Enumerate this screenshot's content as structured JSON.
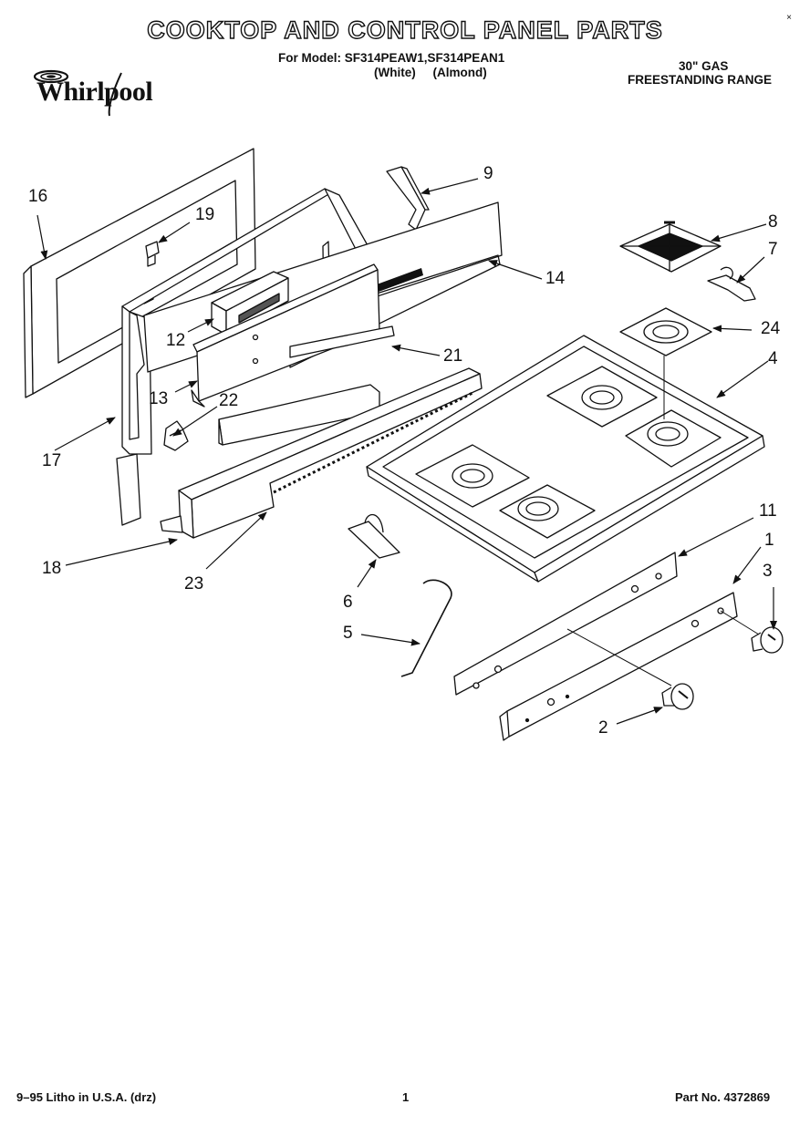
{
  "header": {
    "title": "COOKTOP AND CONTROL PANEL PARTS",
    "model_line": "For Model: SF314PEAW1,SF314PEAN1",
    "color_line": "(White)     (Almond)",
    "product_line_1": "30\" GAS",
    "product_line_2": "FREESTANDING RANGE",
    "brand": "Whirlpool",
    "corner_mark": "×"
  },
  "diagram": {
    "callouts": [
      {
        "id": "16",
        "label": "16"
      },
      {
        "id": "19",
        "label": "19"
      },
      {
        "id": "9",
        "label": "9"
      },
      {
        "id": "8",
        "label": "8"
      },
      {
        "id": "7",
        "label": "7"
      },
      {
        "id": "14",
        "label": "14"
      },
      {
        "id": "12",
        "label": "12"
      },
      {
        "id": "24",
        "label": "24"
      },
      {
        "id": "21",
        "label": "21"
      },
      {
        "id": "4",
        "label": "4"
      },
      {
        "id": "13",
        "label": "13"
      },
      {
        "id": "22",
        "label": "22"
      },
      {
        "id": "17",
        "label": "17"
      },
      {
        "id": "11",
        "label": "11"
      },
      {
        "id": "1",
        "label": "1"
      },
      {
        "id": "18",
        "label": "18"
      },
      {
        "id": "23",
        "label": "23"
      },
      {
        "id": "3",
        "label": "3"
      },
      {
        "id": "6",
        "label": "6"
      },
      {
        "id": "5",
        "label": "5"
      },
      {
        "id": "2",
        "label": "2"
      }
    ]
  },
  "footer": {
    "left": "9–95 Litho in U.S.A. (drz)",
    "page": "1",
    "part_no": "Part No. 4372869"
  }
}
